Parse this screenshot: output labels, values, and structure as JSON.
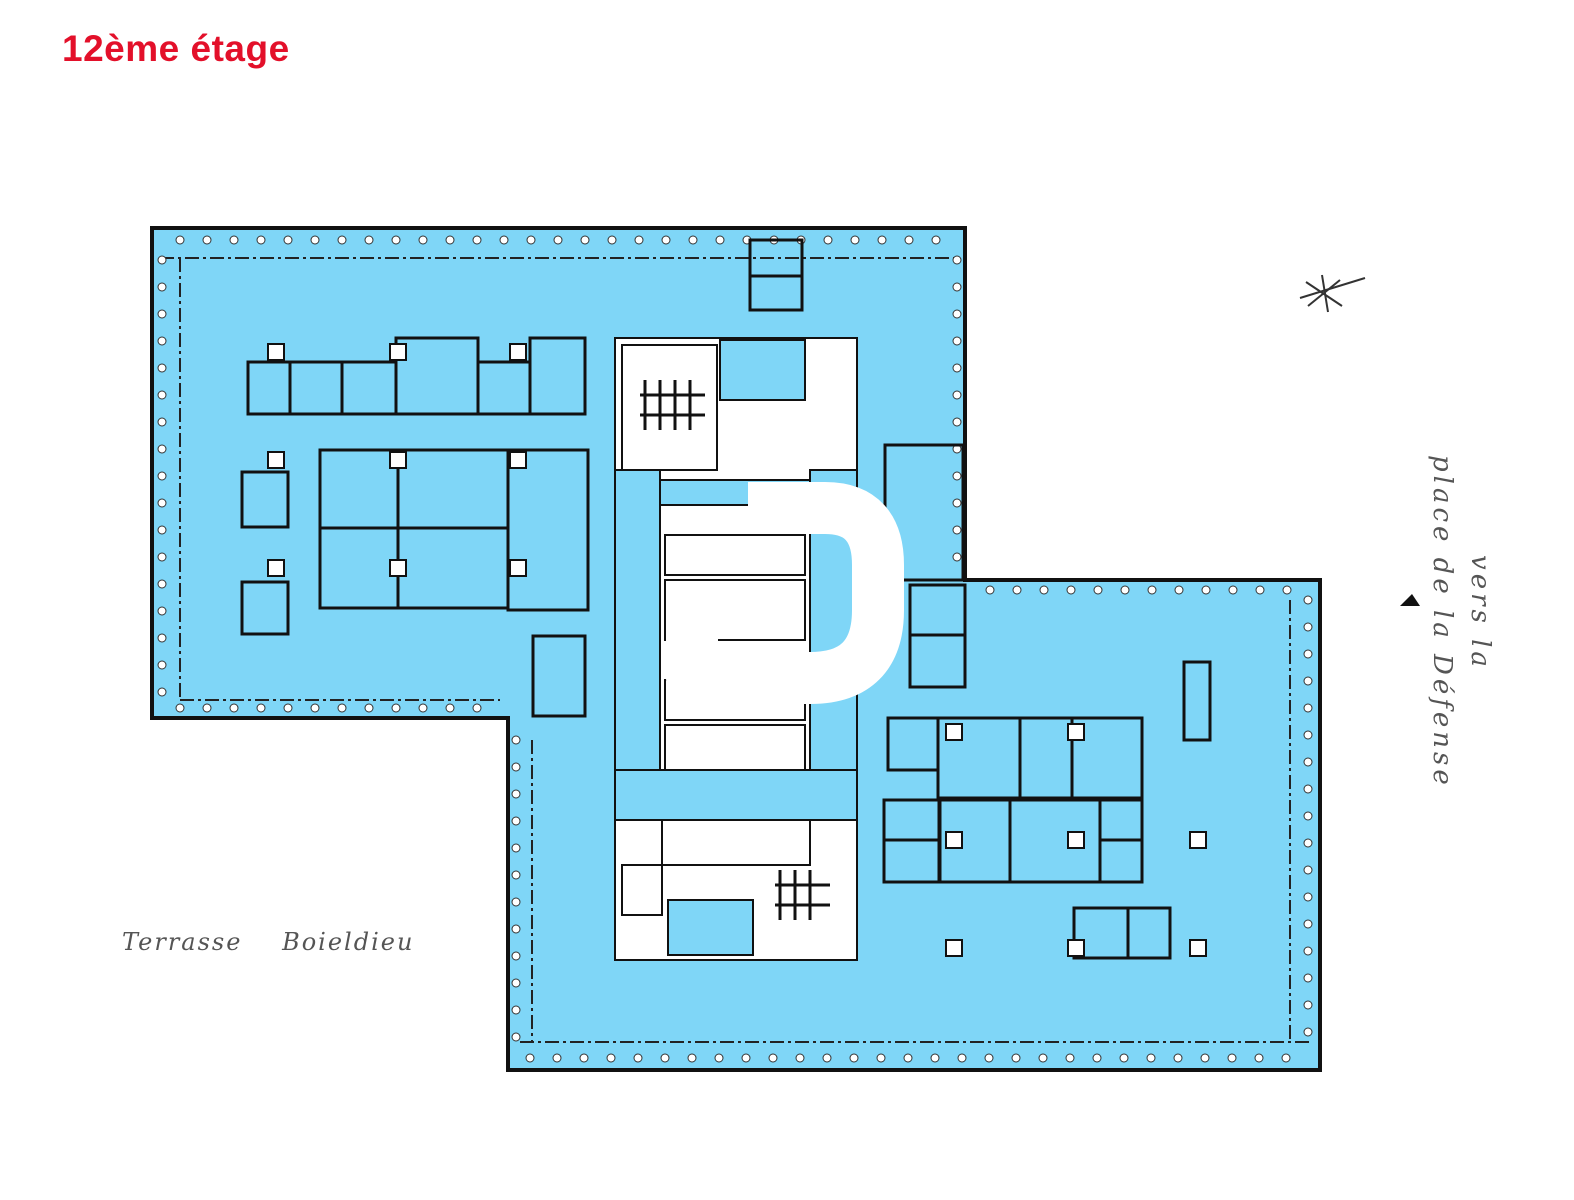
{
  "title": "12ème étage",
  "labels": {
    "terrace_1": "Terrasse",
    "terrace_2": "Boieldieu",
    "direction_line1": "vers la",
    "direction_line2": "place de la Défense"
  },
  "colors": {
    "title": "#e3102a",
    "floor": "#7fd6f7",
    "walls": "#111111",
    "core": "#ffffff"
  },
  "icons": {
    "compass": "compass-rose-icon",
    "arrow": "direction-arrow-icon",
    "logo": "brand-logo-watermark"
  }
}
